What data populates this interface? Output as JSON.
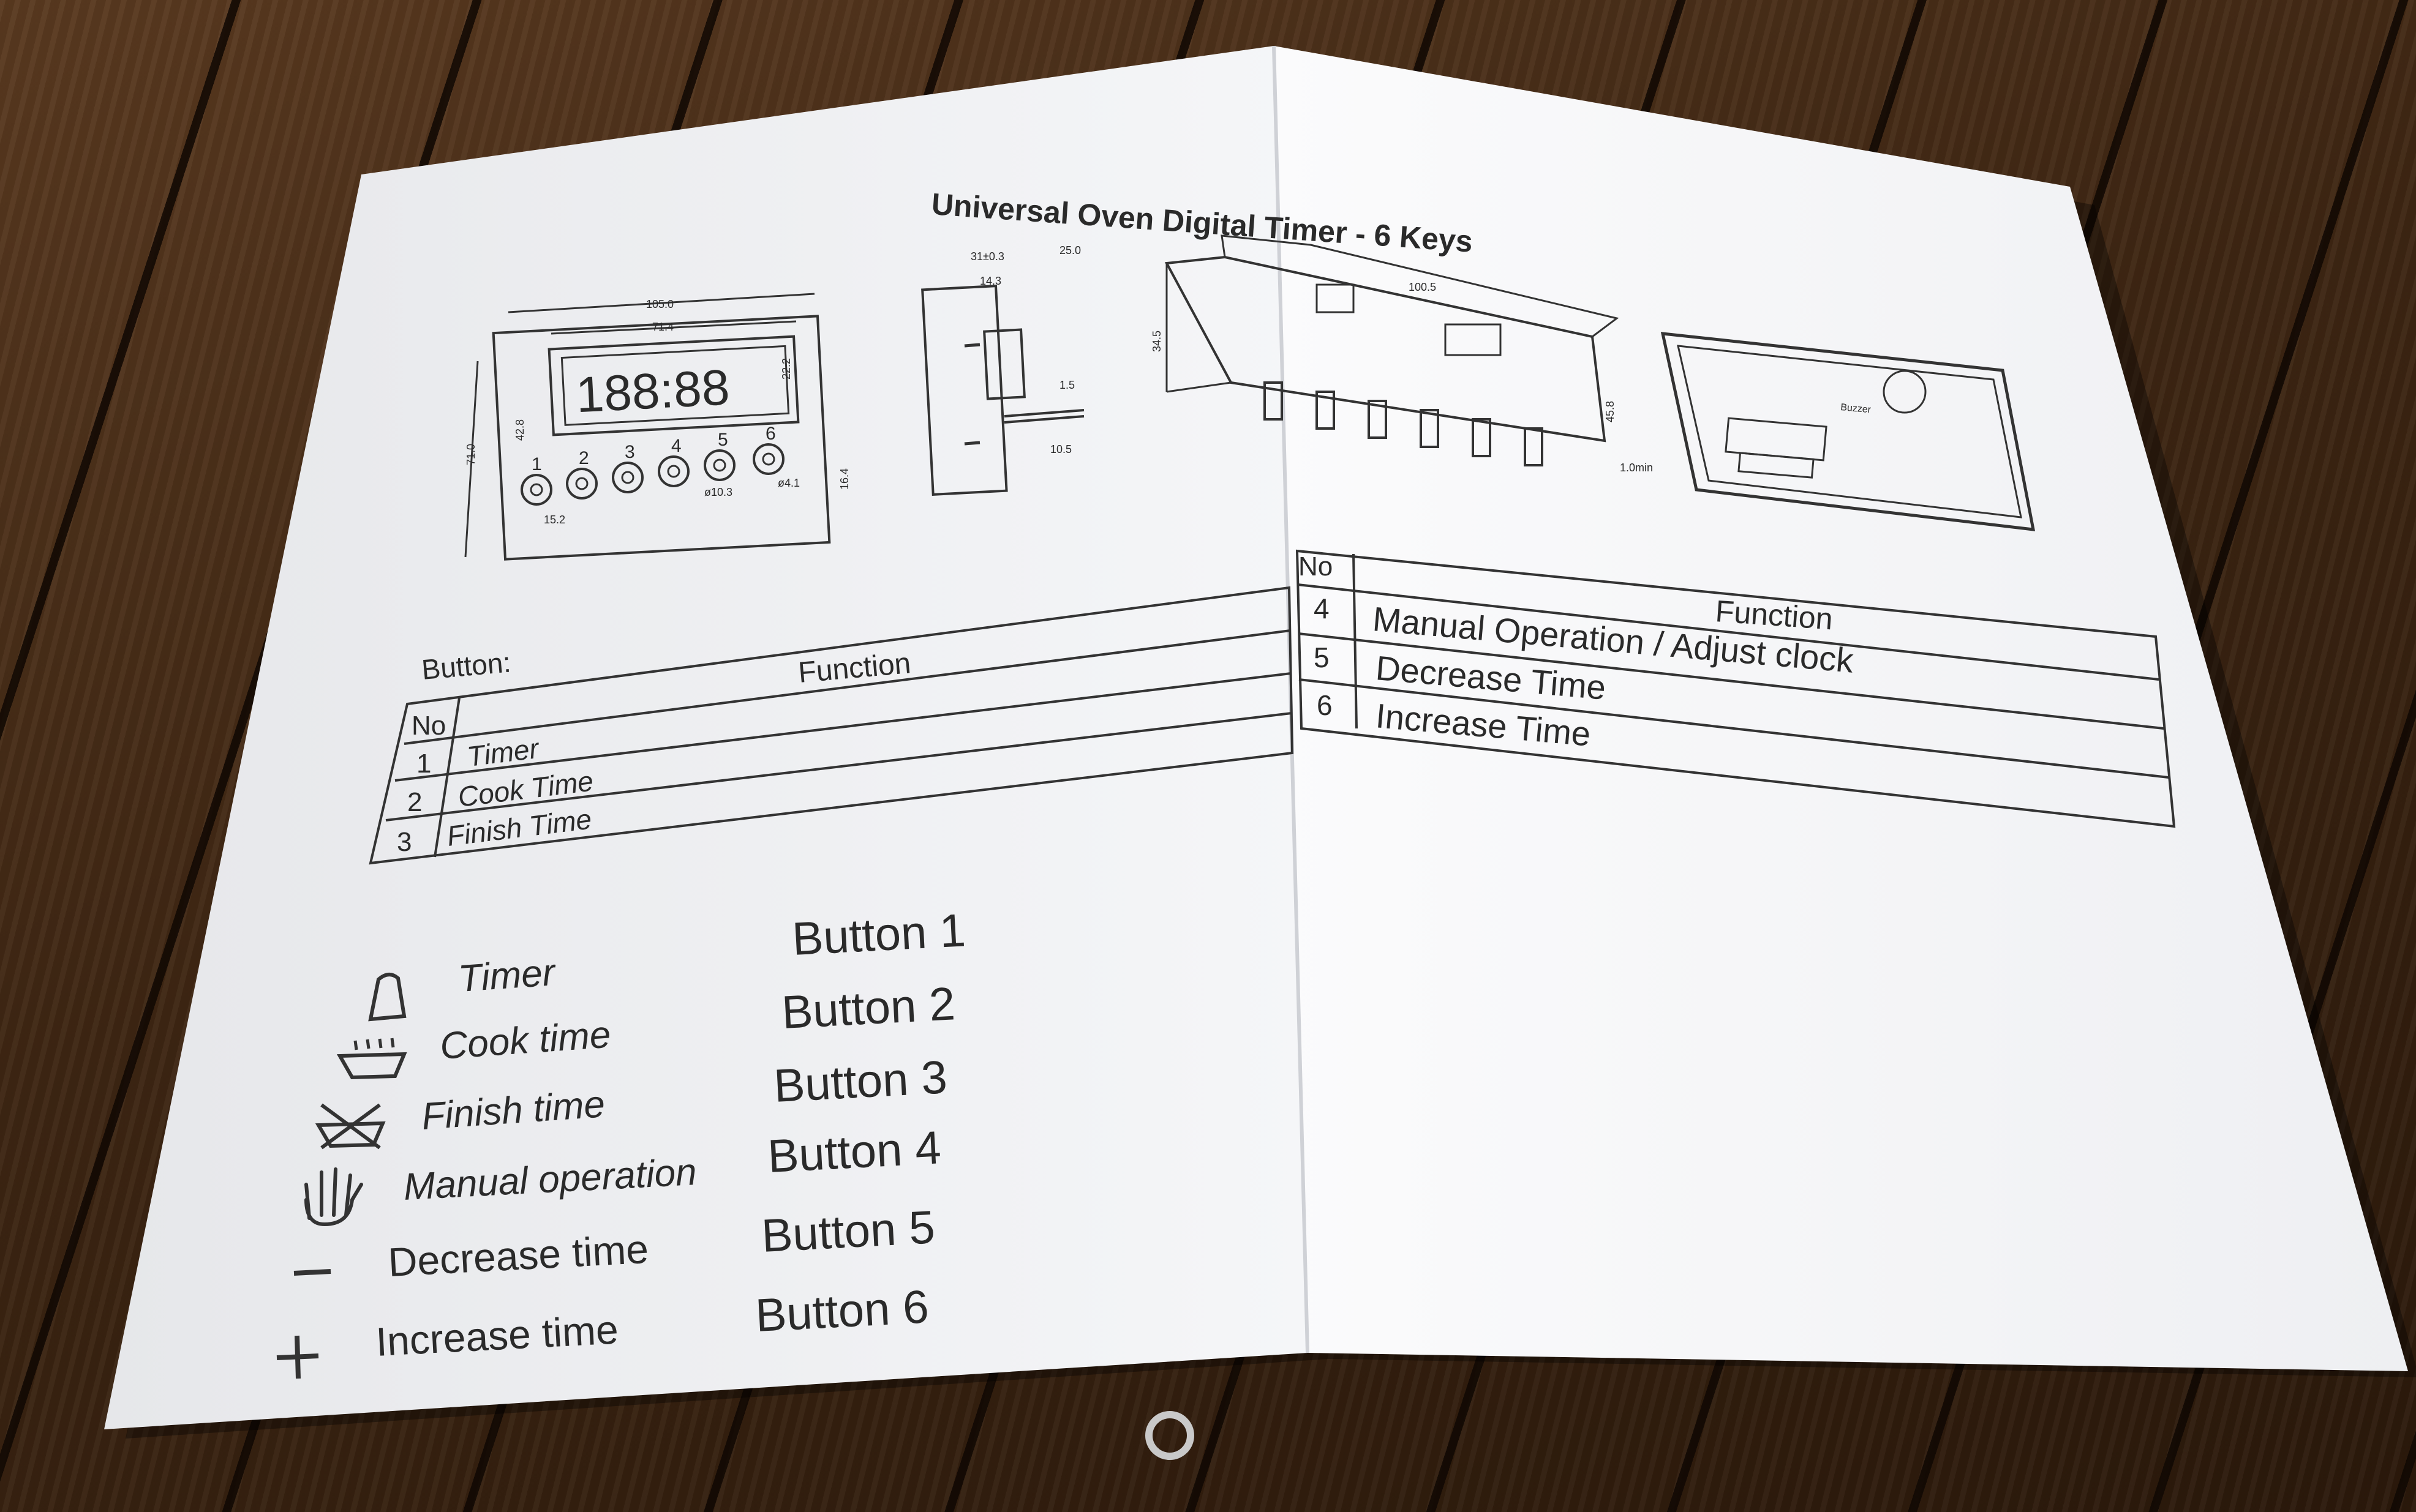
{
  "document": {
    "title": "Universal Oven Digital Timer - 6 Keys",
    "display_digits": "188:88",
    "diagram_labels": {
      "width_outer": "105.0",
      "width_display": "71.4",
      "height_display": "22.2",
      "height_outer": "71.0",
      "height_mid": "42.8",
      "key_pitch": "15.2",
      "key_dia": "ø10.3",
      "key_dia2": "ø4.1",
      "key_height": "16.4",
      "side_top": "31±0.3",
      "side_right": "25.0",
      "side_width": "14.3",
      "side_small": "1.5",
      "side_bottom": "10.5",
      "persp_len": "100.5",
      "persp_h": "34.5",
      "persp_right": "45.8",
      "persp_min": "1.0min",
      "board_mark": "Buzzer"
    },
    "button_numbers": [
      "1",
      "2",
      "3",
      "4",
      "5",
      "6"
    ],
    "table_left": {
      "caption": "Button:",
      "col_no": "No",
      "col_function": "Function",
      "rows": [
        {
          "no": "1",
          "function": "Timer"
        },
        {
          "no": "2",
          "function": "Cook Time"
        },
        {
          "no": "3",
          "function": "Finish Time"
        }
      ]
    },
    "table_right": {
      "col_no": "No",
      "col_function": "Function",
      "rows": [
        {
          "no": "4",
          "function": "Manual Operation / Adjust clock"
        },
        {
          "no": "5",
          "function": "Decrease Time"
        },
        {
          "no": "6",
          "function": "Increase Time"
        }
      ]
    },
    "legend": [
      {
        "icon": "bell-icon",
        "label": "Timer",
        "button": "Button 1"
      },
      {
        "icon": "pot-icon",
        "label": "Cook time",
        "button": "Button 2"
      },
      {
        "icon": "pot-cross-icon",
        "label": "Finish time",
        "button": "Button 3"
      },
      {
        "icon": "hand-icon",
        "label": "Manual operation",
        "button": "Button 4"
      },
      {
        "icon": "minus-icon",
        "label": "Decrease time",
        "button": "Button 5"
      },
      {
        "icon": "plus-icon",
        "label": "Increase time",
        "button": "Button 6"
      }
    ]
  }
}
